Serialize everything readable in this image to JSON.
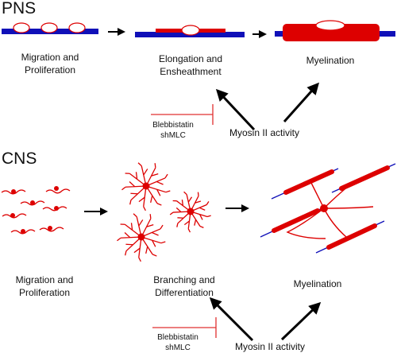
{
  "pns": {
    "heading": "PNS",
    "stage1": [
      "Migration and",
      "Proliferation"
    ],
    "stage2": [
      "Elongation and",
      "Ensheathment"
    ],
    "stage3": "Myelination",
    "inhibitors": [
      "Blebbistatin",
      "shMLC"
    ],
    "activity": "Myosin II activity"
  },
  "cns": {
    "heading": "CNS",
    "stage1": [
      "Migration and",
      "Proliferation"
    ],
    "stage2": [
      "Branching and",
      "Differentiation"
    ],
    "stage3": "Myelination",
    "inhibitors": [
      "Blebbistatin",
      "shMLC"
    ],
    "activity": "Myosin II activity"
  },
  "colors": {
    "axon": "#1010b8",
    "myelin": "#dd0000",
    "inhibitor": "#e03030",
    "arrow": "#000000"
  }
}
